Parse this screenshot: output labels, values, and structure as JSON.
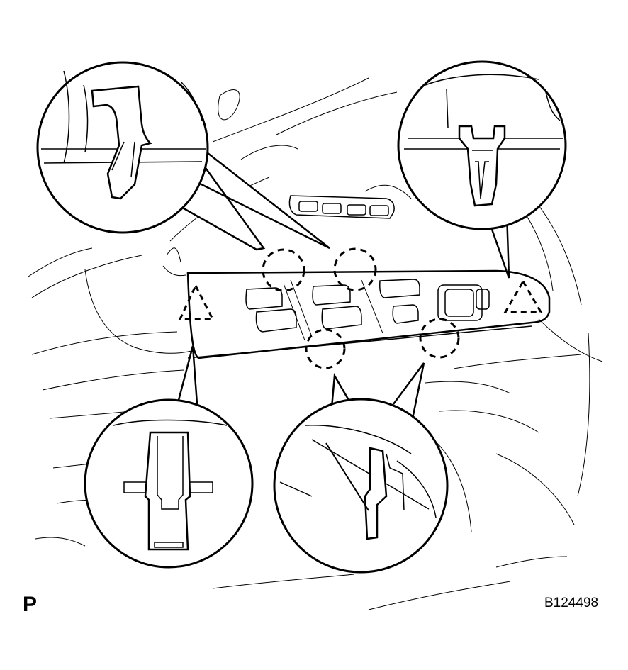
{
  "diagram": {
    "corner_label": "P",
    "figure_code": "B124498",
    "callouts": [
      {
        "id": "clip-claw-upper-left",
        "kind": "claw-clip"
      },
      {
        "id": "clip-push-upper-right",
        "kind": "push-clip"
      },
      {
        "id": "clip-guide-lower-left",
        "kind": "guide-clip"
      },
      {
        "id": "clip-claw-lower-right",
        "kind": "claw-clip"
      }
    ],
    "markers": {
      "dashed_circles": 4,
      "dashed_triangles": 2
    },
    "colors": {
      "line": "#000000",
      "background": "#ffffff"
    }
  }
}
